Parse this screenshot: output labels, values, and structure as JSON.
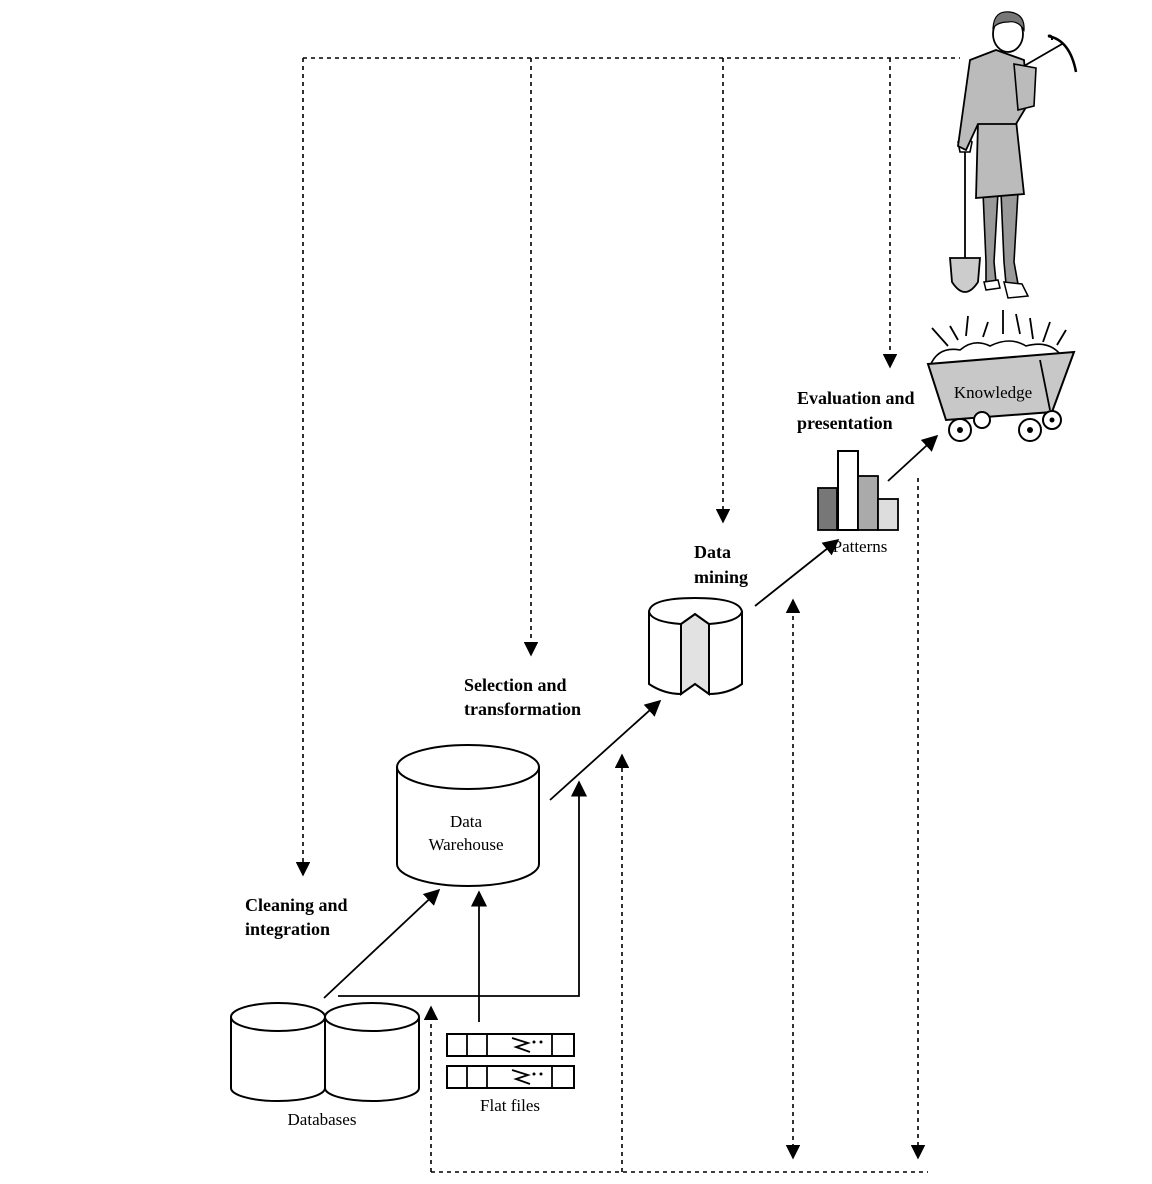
{
  "stages": {
    "cleaning": [
      "Cleaning and",
      "integration"
    ],
    "selection": [
      "Selection and",
      "transformation"
    ],
    "mining": [
      "Data",
      "mining"
    ],
    "evaluation": [
      "Evaluation and",
      "presentation"
    ]
  },
  "objects": {
    "databases": "Databases",
    "flat_files": "Flat files",
    "warehouse": [
      "Data",
      "Warehouse"
    ],
    "patterns": "Patterns",
    "knowledge": "Knowledge"
  },
  "colors": {
    "line": "#000000",
    "bar_dark": "#777777",
    "bar_mid": "#aaaaaa",
    "bar_light": "#dddddd",
    "figure_fill": "#bbbbbb"
  }
}
